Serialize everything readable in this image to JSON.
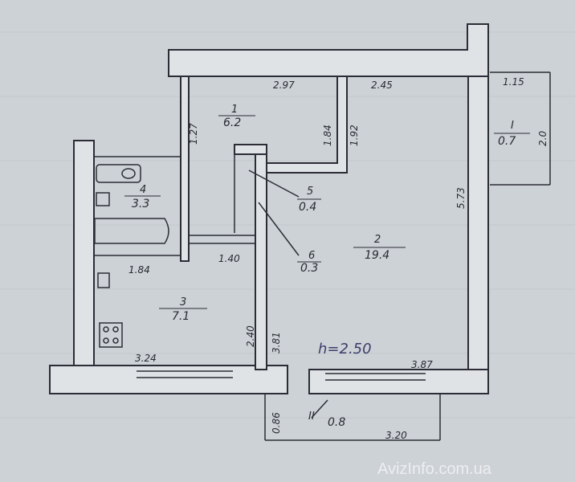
{
  "rooms": [
    {
      "num": "1",
      "area": "6.2"
    },
    {
      "num": "2",
      "area": "19.4"
    },
    {
      "num": "3",
      "area": "7.1"
    },
    {
      "num": "4",
      "area": "3.3"
    },
    {
      "num": "5",
      "area": "0.4"
    },
    {
      "num": "6",
      "area": "0.3"
    },
    {
      "num": "I",
      "area": "0.7"
    },
    {
      "num": "II",
      "area": "0.8"
    }
  ],
  "dimensions": {
    "top_left": "2.97",
    "top_right": "2.45",
    "hall_left": "1.27",
    "closet_left": "1.84",
    "closet_right": "1.92",
    "bath_bottom": "1.84",
    "hall_bottom": "1.40",
    "kitchen_bottom": "3.24",
    "kitchen_right": "2.40",
    "room_left": "3.81",
    "room_bottom": "3.87",
    "room_right": "5.73",
    "balcony1_width": "1.15",
    "balcony1_depth": "2.0",
    "balcony2_depth": "0.86",
    "balcony2_width": "3.20"
  },
  "ceiling_height": "h=2.50",
  "watermark": "AvizInfo.com.ua"
}
